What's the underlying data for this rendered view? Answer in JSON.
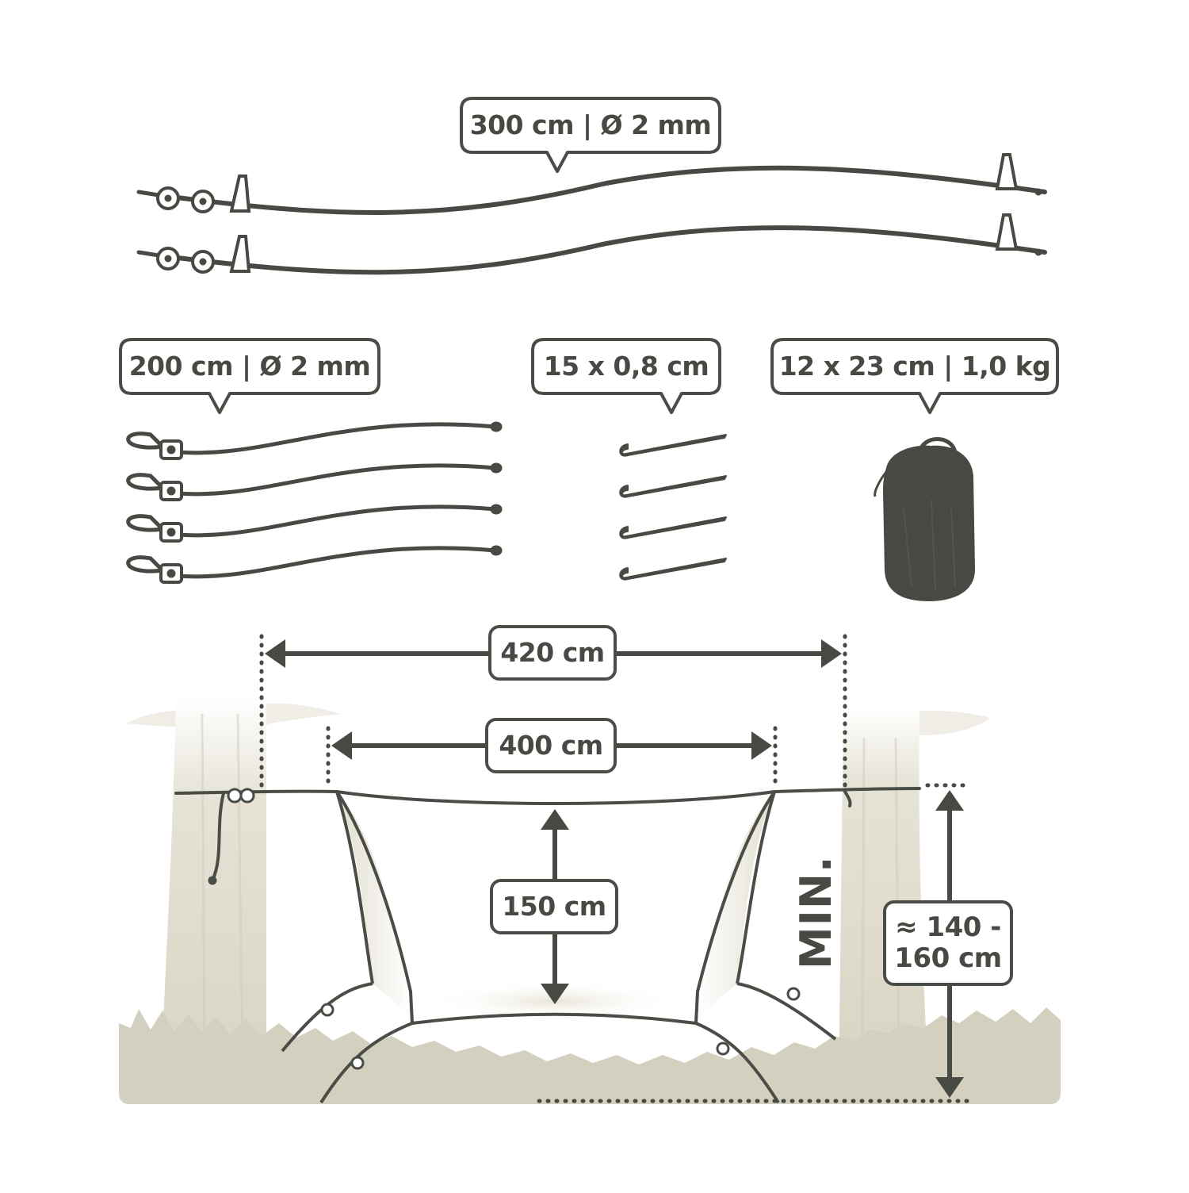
{
  "colors": {
    "ink": "#474a42",
    "outline": "#4a4d45",
    "tree": "#ddd9cb",
    "ground": "#d4d0bf",
    "bag": "#474a42",
    "background": "#ffffff"
  },
  "components": {
    "ridgeline_label": "300 cm | Ø 2 mm",
    "guyline_label": "200 cm | Ø 2 mm",
    "stake_label": "15 x 0,8 cm",
    "bag_label": "12 x 23 cm | 1,0 kg"
  },
  "setup": {
    "outer_width_label": "420 cm",
    "inner_width_label": "400 cm",
    "height_label": "150 cm",
    "min_label": "MIN.",
    "hang_height_label_line1": "≈ 140 -",
    "hang_height_label_line2": "160 cm"
  },
  "icons": [
    "rope-icon",
    "guyline-icon",
    "stake-icon",
    "stuff-bag-icon",
    "tree-icon",
    "tarp-icon",
    "arrow-icon"
  ]
}
